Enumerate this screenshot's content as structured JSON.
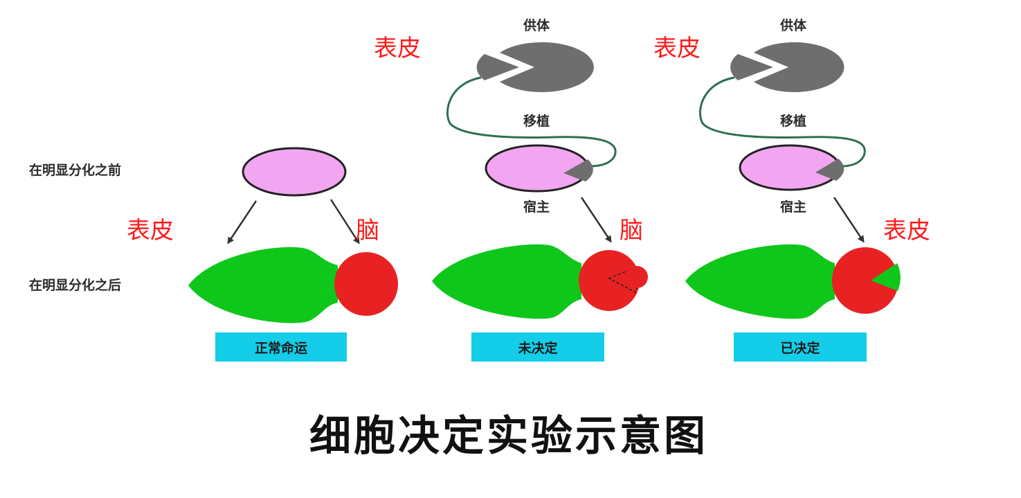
{
  "row_labels": {
    "before": "在明显分化之前",
    "after": "在明显分化之后"
  },
  "panels": [
    {
      "box_label": "正常命运",
      "top_left_label": "表皮",
      "top_right_label": "脑"
    },
    {
      "red_tissue_label": "表皮",
      "donor_label": "供体",
      "transplant_label": "移植",
      "host_label": "宿主",
      "result_label": "脑",
      "box_label": "未决定"
    },
    {
      "red_tissue_label": "表皮",
      "donor_label": "供体",
      "transplant_label": "移植",
      "host_label": "宿主",
      "result_label": "表皮",
      "box_label": "已决定"
    }
  ],
  "title": "细胞决定实验示意图",
  "colors": {
    "embryo_pink": "#f2a6f2",
    "donor_gray": "#6e6e6e",
    "body_green": "#0fc71a",
    "head_red": "#e82222",
    "box_cyan": "#14cde8",
    "label_red": "#ff1a1a"
  }
}
